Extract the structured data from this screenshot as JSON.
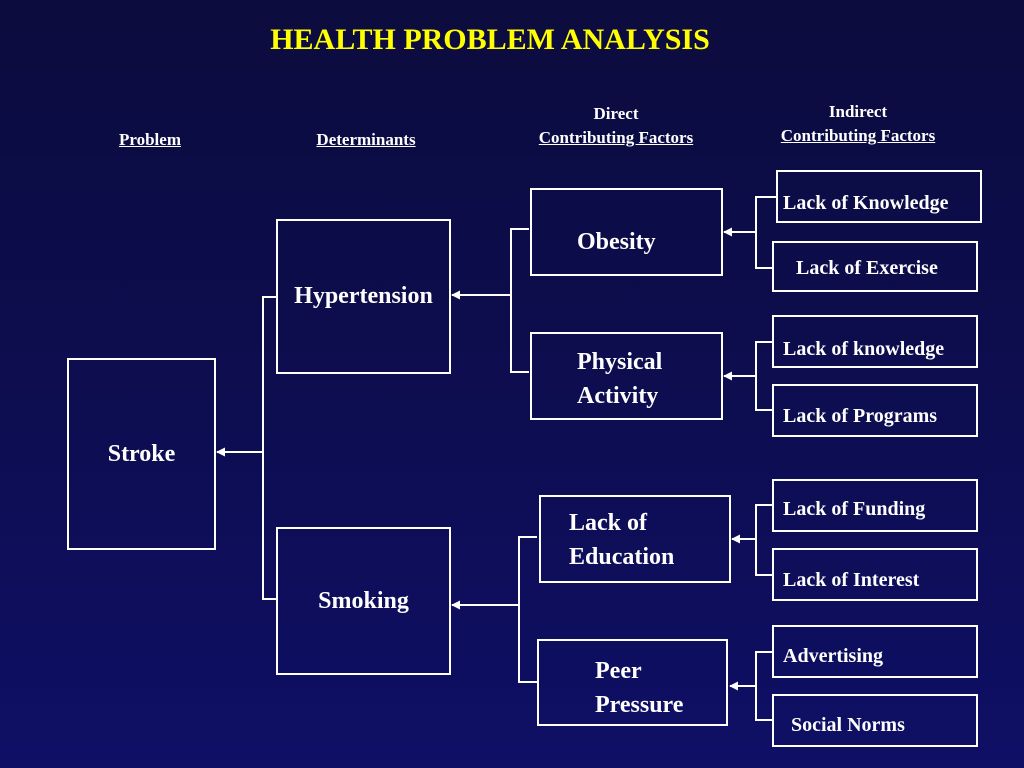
{
  "title": "HEALTH PROBLEM ANALYSIS",
  "headers": {
    "problem": "Problem",
    "determinants": "Determinants",
    "direct_top": "Direct",
    "direct_bottom": "Contributing Factors",
    "indirect_top": "Indirect",
    "indirect_bottom": "Contributing Factors"
  },
  "problem": {
    "label": "Stroke"
  },
  "determinants": [
    {
      "label": "Hypertension",
      "direct_factors": [
        {
          "line1": "Obesity",
          "line2": "",
          "indirect_factors": [
            "Lack of Knowledge",
            "Lack of Exercise"
          ]
        },
        {
          "line1": "Physical",
          "line2": "Activity",
          "indirect_factors": [
            "Lack of knowledge",
            "Lack of Programs"
          ]
        }
      ]
    },
    {
      "label": "Smoking",
      "direct_factors": [
        {
          "line1": "Lack of",
          "line2": "Education",
          "indirect_factors": [
            "Lack of Funding",
            "Lack of Interest"
          ]
        },
        {
          "line1": "Peer",
          "line2": "Pressure",
          "indirect_factors": [
            "Advertising",
            "Social Norms"
          ]
        }
      ]
    }
  ]
}
